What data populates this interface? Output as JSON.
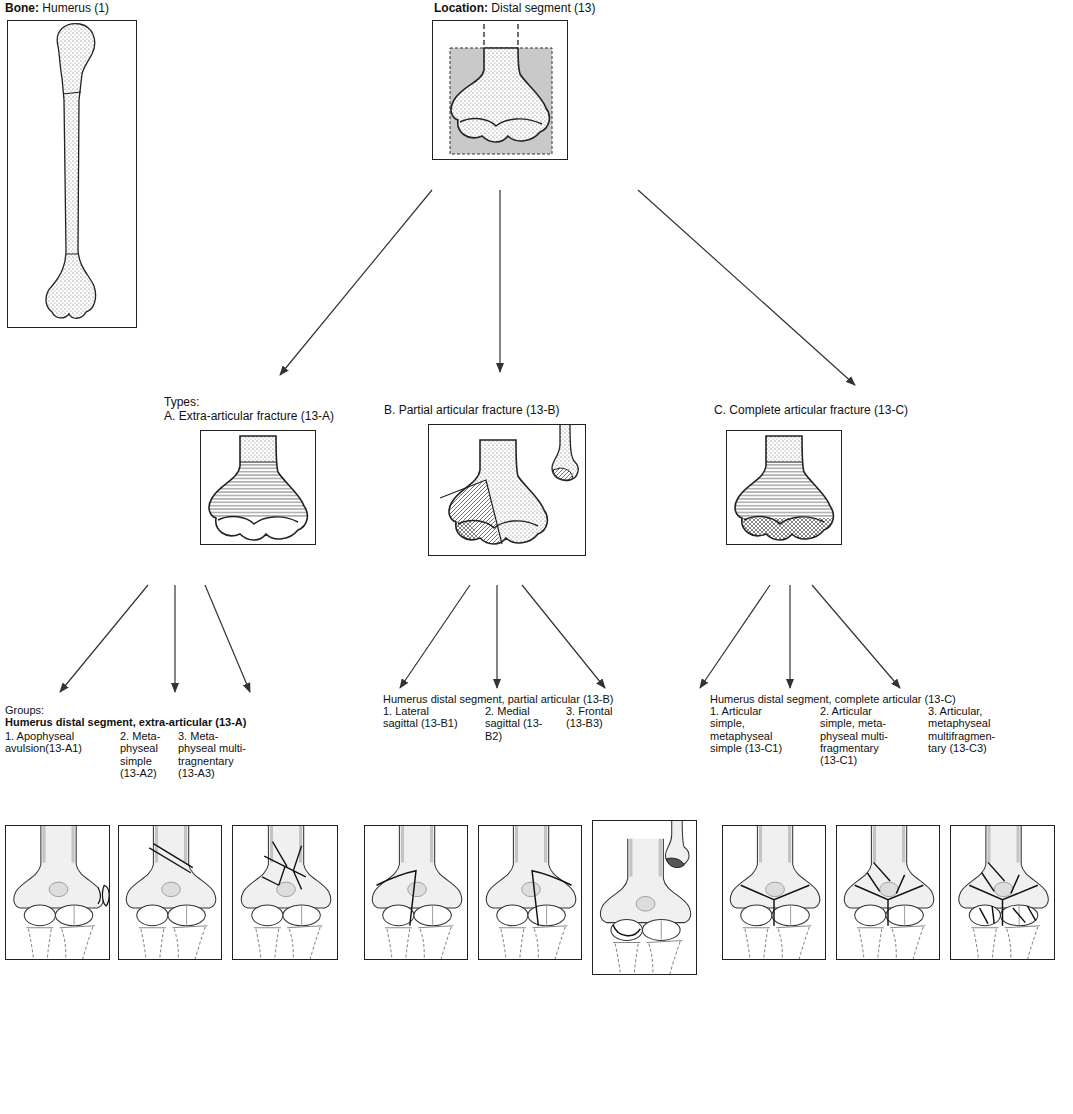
{
  "diagram": {
    "nodes": [
      {
        "text": [
          "Bone:",
          "Humerus (1)"
        ]
      },
      {
        "text": [
          "Location:",
          "Distal segment (13)"
        ]
      },
      {
        "text": [
          "A. Extra-articular fracture (13-A)"
        ]
      },
      {
        "text": [
          "B. Partial articular fracture (13-B)"
        ]
      },
      {
        "text": [
          "C. Complete articular fracture (13-C)"
        ]
      },
      {
        "text": [
          "1. Apophyseal avulsion(13-A1)"
        ]
      },
      {
        "text": [
          "2. Meta- physeal simple (13-A2)"
        ]
      },
      {
        "text": [
          "3. Meta- physeal multi- tragnentary (13-A3)"
        ]
      },
      {
        "text": [
          "1. Lateral sagittal (13-B1)"
        ]
      },
      {
        "text": [
          "2. Medial sagittal (13-B2)"
        ]
      },
      {
        "text": [
          "3. Frontal (13-B3)"
        ]
      },
      {
        "text": [
          "1. Articular simple, metaphyseal simple (13-C1)"
        ]
      },
      {
        "text": [
          "2. Articular simple, meta- physeal multi- fragmentary (13-C1)"
        ]
      },
      {
        "text": [
          "3. Articular, metaphyseal multifragmen- tary (13-C3)"
        ]
      }
    ],
    "edges": [
      {
        "from": 1,
        "to": 2,
        "arrow": "to"
      },
      {
        "from": 1,
        "to": 3,
        "arrow": "to"
      },
      {
        "from": 1,
        "to": 4,
        "arrow": "to"
      },
      {
        "from": 2,
        "to": 5,
        "arrow": "to"
      },
      {
        "from": 2,
        "to": 6,
        "arrow": "to"
      },
      {
        "from": 2,
        "to": 7,
        "arrow": "to"
      },
      {
        "from": 3,
        "to": 8,
        "arrow": "to"
      },
      {
        "from": 3,
        "to": 9,
        "arrow": "to"
      },
      {
        "from": 3,
        "to": 10,
        "arrow": "to"
      },
      {
        "from": 4,
        "to": 11,
        "arrow": "to"
      },
      {
        "from": 4,
        "to": 12,
        "arrow": "to"
      },
      {
        "from": 4,
        "to": 13,
        "arrow": "to"
      }
    ],
    "labels": [
      "Types:",
      "Groups:",
      "Humerus distal segment, extra-articular (13-A)",
      "Humerus distal segment, partial articular (13-B)",
      "Humerus distal segment, complete articular (13-C)"
    ]
  }
}
